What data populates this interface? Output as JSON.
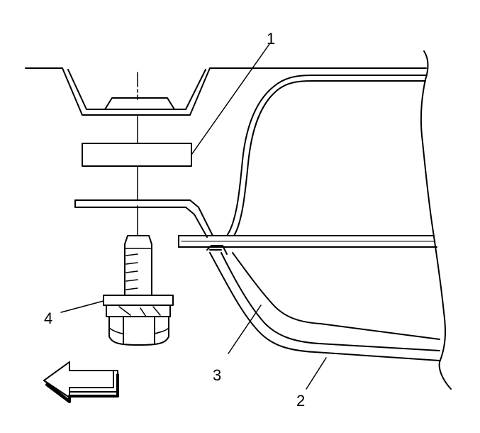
{
  "diagram": {
    "callouts": [
      {
        "id": "1",
        "label": "1"
      },
      {
        "id": "2",
        "label": "2"
      },
      {
        "id": "3",
        "label": "3"
      },
      {
        "id": "4",
        "label": "4"
      }
    ],
    "direction_arrow": {
      "icon": "arrow-left-icon",
      "direction": "left"
    },
    "line_color": "#000000",
    "background": "#ffffff"
  }
}
